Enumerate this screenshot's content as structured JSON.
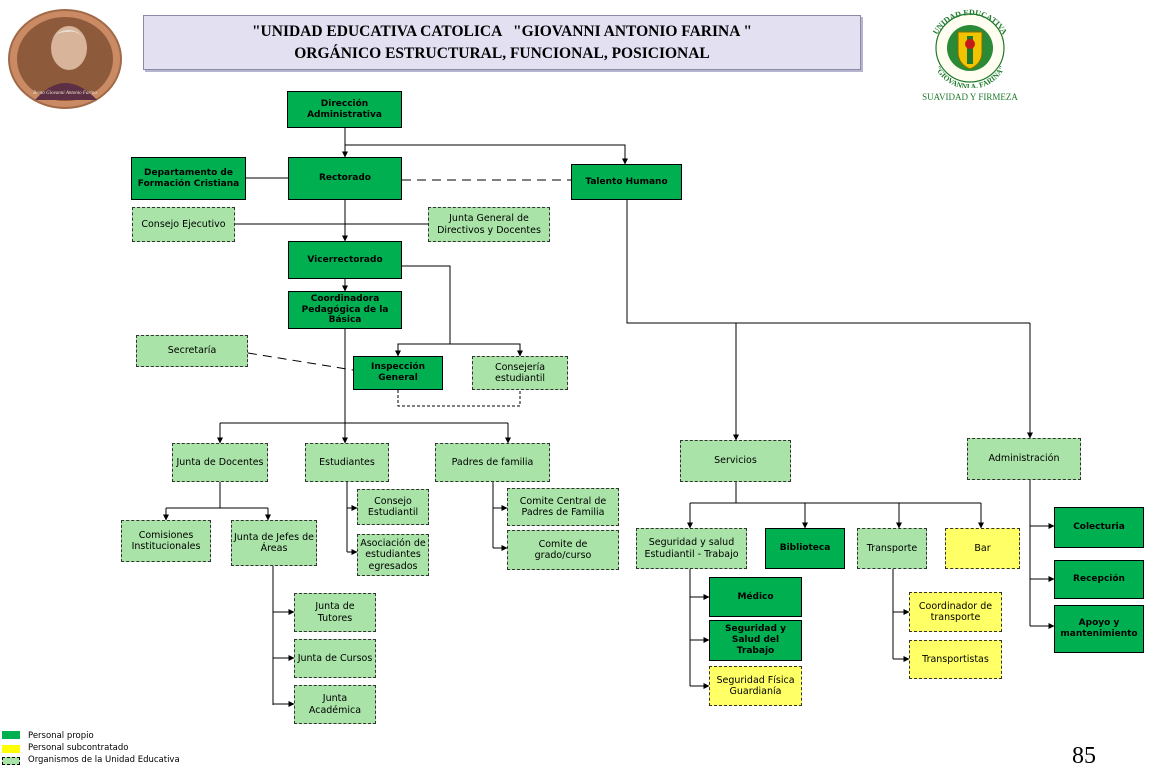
{
  "header": {
    "title_line1": "\"UNIDAD EDUCATIVA CATOLICA   \"GIOVANNI ANTONIO FARINA \"",
    "title_line2": "ORGÁNICO ESTRUCTURAL, FUNCIONAL, POSICIONAL"
  },
  "logo": {
    "arc_top": "UNIDAD EDUCATIVA",
    "arc_bottom": "\"GIOVANNI A. FARINA\"",
    "motto": "SUAVIDAD Y FIRMEZA"
  },
  "portrait": {
    "caption": "Beato Giovanni Antonio Farina"
  },
  "nodes": {
    "direccion": "Dirección Administrativa",
    "formacion": "Departamento de Formación Cristiana",
    "rectorado": "Rectorado",
    "talento": "Talento Humano",
    "consejo_ejecutivo": "Consejo Ejecutivo",
    "junta_general": "Junta General de Directivos y Docentes",
    "vicerrectorado": "Vicerrectorado",
    "coordinadora": "Coordinadora Pedagógica de la Básica",
    "secretaria": "Secretaría",
    "inspeccion": "Inspección General",
    "consejeria": "Consejería estudiantil",
    "junta_docentes": "Junta de Docentes",
    "estudiantes": "Estudiantes",
    "padres": "Padres de familia",
    "comisiones": "Comisiones Institucionales",
    "jefes_areas": "Junta de Jefes de Áreas",
    "consejo_estudiantil": "Consejo Estudiantil",
    "asociacion": "Asociación de estudiantes egresados",
    "comite_central": "Comite Central de Padres de Familia",
    "comite_grado": "Comite de grado/curso",
    "tutores": "Junta de Tutores",
    "cursos": "Junta de Cursos",
    "academica": "Junta Académica",
    "servicios": "Servicios",
    "administracion": "Administración",
    "seguridad_salud": "Seguridad y salud Estudiantil - Trabajo",
    "biblioteca": "Biblioteca",
    "transporte": "Transporte",
    "bar": "Bar",
    "colecturia": "Colecturia",
    "recepcion": "Recepción",
    "apoyo": "Apoyo y mantenimiento",
    "medico": "Médico",
    "seg_trabajo": "Seguridad y Salud del Trabajo",
    "seg_fisica": "Seguridad Física Guardianía",
    "coord_transporte": "Coordinador de transporte",
    "transportistas": "Transportistas"
  },
  "legend": [
    {
      "label": "Personal propio",
      "color": "#00b050"
    },
    {
      "label": "Personal subcontratado",
      "color": "#ffff00"
    },
    {
      "label": "Organismos de la Unidad Educativa",
      "color": "#a9e3a8"
    }
  ],
  "page_number": "85"
}
